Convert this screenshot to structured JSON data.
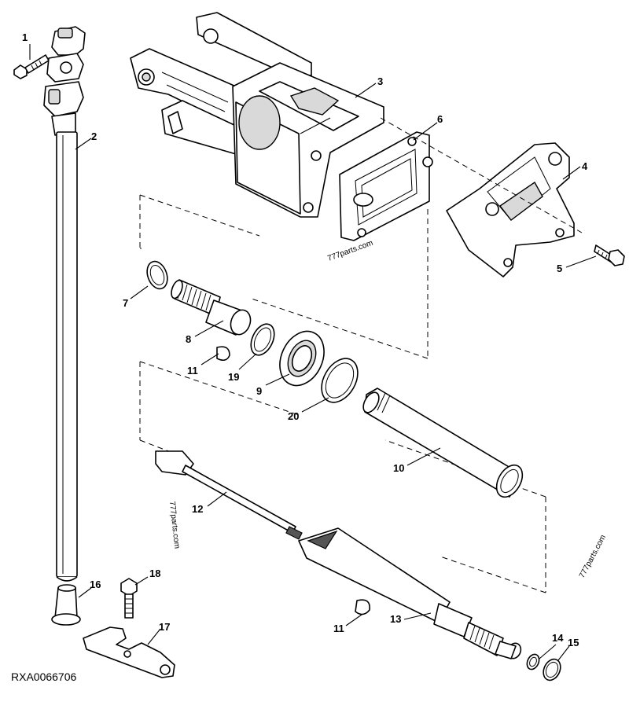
{
  "reference_code": "RXA0066706",
  "watermarks": [
    "777parts.com",
    "777parts.com",
    "777parts.com"
  ],
  "callouts": [
    "1",
    "2",
    "3",
    "4",
    "5",
    "6",
    "7",
    "8",
    "9",
    "10",
    "11",
    "11",
    "12",
    "13",
    "14",
    "15",
    "16",
    "17",
    "18",
    "19",
    "20"
  ]
}
